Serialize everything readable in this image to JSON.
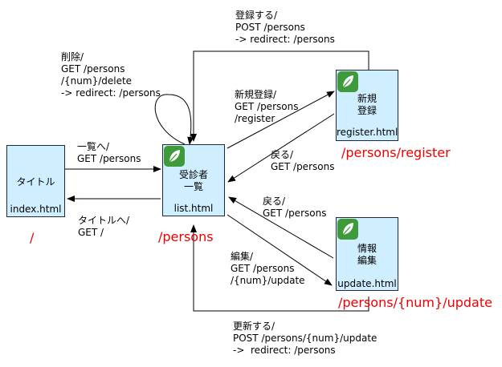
{
  "nodes": {
    "index": {
      "title": "タイトル",
      "file": "index.html",
      "path": "/"
    },
    "list": {
      "title": "受診者\n一覧",
      "file": "list.html",
      "path": "/persons"
    },
    "register": {
      "title": "新規\n登録",
      "file": "register.html",
      "path": "/persons/register"
    },
    "update": {
      "title": "情報\n編集",
      "file": "update.html",
      "path": "/persons/{num}/update"
    }
  },
  "edges": {
    "index_to_list": "一覧へ/\nGET /persons",
    "list_to_index": "タイトルへ/\nGET /",
    "delete_loop": "削除/\nGET /persons\n/{num}/delete\n-> redirect: /persons",
    "list_to_register": "新規登録/\nGET /persons\n/register",
    "register_back": "戻る/\nGET /persons",
    "register_post": "登録する/\nPOST /persons\n-> redirect: /persons",
    "update_back": "戻る/\nGET /persons",
    "list_to_update": "編集/\nGET /persons\n/{num}/update",
    "update_post": "更新する/\nPOST /persons/{num}/update\n->  redirect: /persons"
  },
  "colors": {
    "node_fill": "#cfeeff",
    "node_border": "#1e2a3a",
    "path_text": "#ee0000",
    "leaf_icon": "#3f9a3c"
  },
  "icons": [
    "leaf-icon"
  ]
}
